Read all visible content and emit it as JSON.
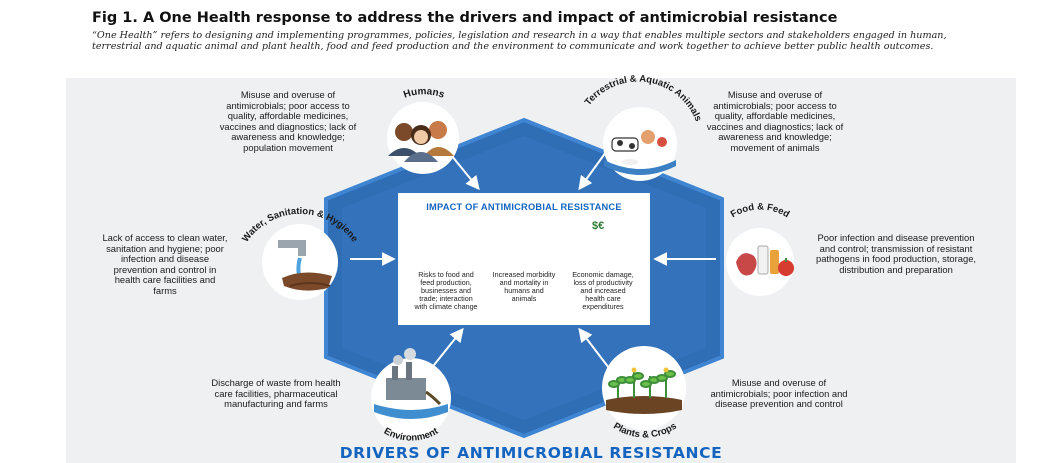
{
  "figure": {
    "title": "Fig 1.  A One Health response to address the drivers and impact of antimicrobial resistance",
    "description": "“One Health” refers to designing and implementing programmes, policies, legislation and research in a way that enables multiple sectors and stakeholders engaged in human, terrestrial and aquatic animal and plant health, food and feed production and the environment to communicate and work together to achieve better public health outcomes."
  },
  "sectors": {
    "humans": {
      "label": "Humans",
      "drivers": "Misuse and overuse of antimicrobials; poor access to quality, affordable medicines, vaccines and diagnostics; lack of awareness and knowledge; population movement"
    },
    "animals": {
      "label": "Terrestrial & Aquatic Animals",
      "drivers": "Misuse and overuse of antimicrobials; poor access to quality, affordable medicines, vaccines and diagnostics; lack of awareness and knowledge; movement of animals"
    },
    "wash": {
      "label": "Water, Sanitation & Hygiene",
      "drivers": "Lack of access to clean water, sanitation and hygiene; poor infection and disease prevention and control in health care facilities and farms"
    },
    "food": {
      "label": "Food & Feed",
      "drivers": "Poor infection and disease prevention and control; transmission of resistant pathogens in food production, storage, distribution and preparation"
    },
    "environment": {
      "label": "Environment",
      "drivers": "Discharge of waste from health care facilities, pharmaceutical manufacturing and farms"
    },
    "plants": {
      "label": "Plants & Crops",
      "drivers": "Misuse and overuse of antimicrobials; poor infection and disease prevention and control"
    }
  },
  "impact": {
    "title": "IMPACT OF ANTIMICROBIAL RESISTANCE",
    "items": [
      {
        "caption": "Risks to food and feed production, businesses and trade; interaction with climate change"
      },
      {
        "caption": "Increased morbidity and mortality in humans and animals"
      },
      {
        "caption": "Economic damage, loss of productivity and increased health care expenditures"
      }
    ],
    "currency_symbol": "$€"
  },
  "footer": {
    "title": "DRIVERS OF ANTIMICROBIAL RESISTANCE"
  },
  "colors": {
    "hexagon": "#2f6db5",
    "hexagon_inner": "#3d7dc4",
    "title_blue": "#1565c0",
    "panel": "#eef0f2"
  }
}
